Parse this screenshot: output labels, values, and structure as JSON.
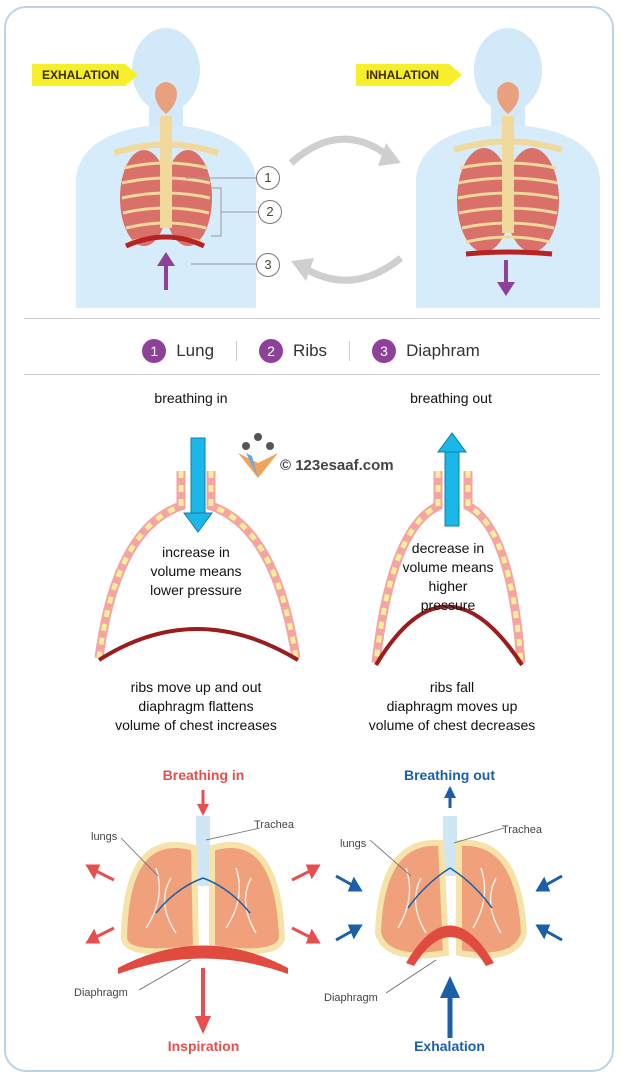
{
  "top": {
    "left_tag": "EXHALATION",
    "right_tag": "INHALATION",
    "callouts": [
      "1",
      "2",
      "3"
    ]
  },
  "legend": [
    {
      "num": "1",
      "label": "Lung"
    },
    {
      "num": "2",
      "label": "Ribs"
    },
    {
      "num": "3",
      "label": "Diaphram"
    }
  ],
  "middle": {
    "left_title": "breathing in",
    "right_title": "breathing out",
    "watermark": "© 123esaaf.com",
    "left_inside": [
      "increase in",
      "volume means",
      "lower pressure"
    ],
    "right_inside": [
      "decrease in",
      "volume means",
      "higher",
      "pressure"
    ],
    "left_caption": [
      "ribs move up and out",
      "diaphragm flattens",
      "volume of chest increases"
    ],
    "right_caption": [
      "ribs fall",
      "diaphragm moves up",
      "volume of chest decreases"
    ]
  },
  "bottom": {
    "left_title": "Breathing in",
    "right_title": "Breathing out",
    "left_bottom": "Inspiration",
    "right_bottom": "Exhalation",
    "lungs_label": "lungs",
    "trachea_label": "Trachea",
    "diaphragm_label": "Diaphragm"
  },
  "colors": {
    "tag_yellow": "#f7ee2c",
    "legend_purple": "#8d4199",
    "arrow_cyan": "#1bb7e8",
    "inhale_red": "#e84e4e",
    "exhale_blue": "#1a5fa8",
    "diaphragm_red": "#9a1c1c"
  }
}
